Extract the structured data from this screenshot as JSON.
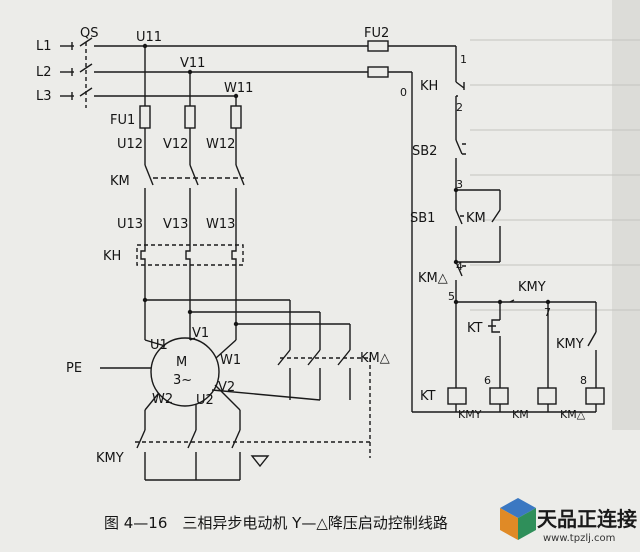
{
  "switch": {
    "qs": "QS",
    "lines": [
      "L1",
      "L2",
      "L3"
    ]
  },
  "main_circuit": {
    "nodes_top": [
      "U11",
      "V11",
      "W11"
    ],
    "fuse_main": "FU1",
    "nodes_mid": [
      "U12",
      "V12",
      "W12"
    ],
    "contactor_main": "KM",
    "nodes_low": [
      "U13",
      "V13",
      "W13"
    ],
    "thermal_relay": "KH",
    "motor": {
      "m": "M",
      "phase": "3~",
      "terminals": [
        "U1",
        "V1",
        "W1",
        "W2",
        "U2",
        "V2"
      ]
    },
    "pe": "PE",
    "delta_contactor": "KM△",
    "star_contactor": "KMY"
  },
  "control_circuit": {
    "fuse_ctrl": "FU2",
    "nodes": [
      "1",
      "2",
      "3",
      "4",
      "5",
      "6",
      "7",
      "8",
      "0"
    ],
    "kh": "KH",
    "sb2": "SB2",
    "sb1": "SB1",
    "km": "KM",
    "km_delta": "KM△",
    "kt": "KT",
    "km_y": "KMY",
    "coils": [
      "KT",
      "KMY",
      "KM",
      "KM△"
    ]
  },
  "caption": "图 4—16　三相异步电动机 Y—△降压启动控制线路",
  "watermark": {
    "title": "天品正连接",
    "url": "www.tpzlj.com"
  }
}
